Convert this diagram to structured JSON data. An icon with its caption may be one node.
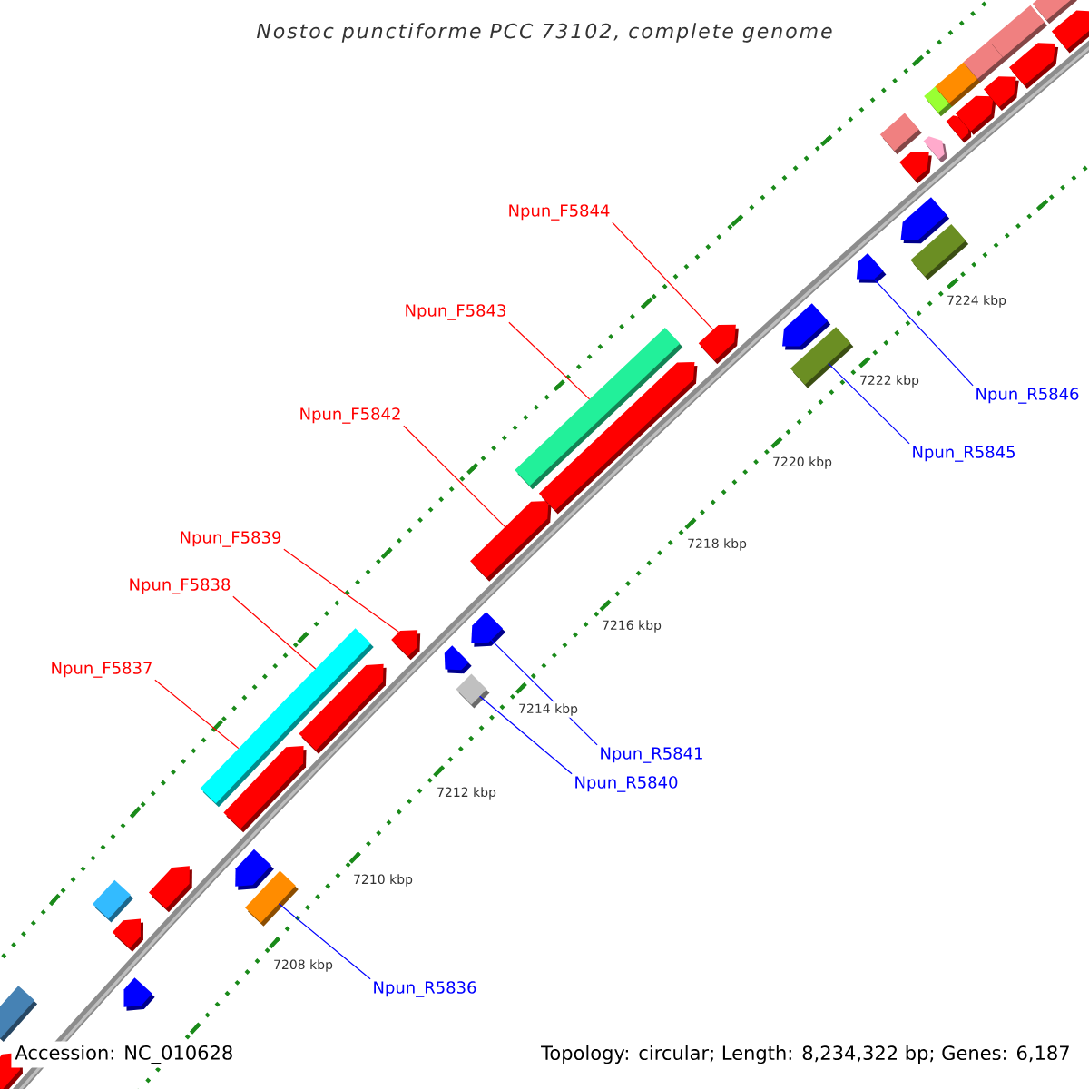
{
  "diagram": {
    "title": "Nostoc punctiforme PCC 73102, complete genome",
    "nodes": [
      {
        "text": [
          "Npun_F5844"
        ]
      },
      {
        "text": [],
        "shape": "arrow"
      },
      {
        "text": [
          "Npun_F5843"
        ]
      },
      {
        "text": [],
        "shape": "bar"
      },
      {
        "text": [
          "Npun_R5846"
        ]
      },
      {
        "text": [],
        "shape": "arrow"
      },
      {
        "text": [
          "Npun_F5842"
        ]
      },
      {
        "text": [],
        "shape": "arrow"
      },
      {
        "text": [
          "Npun_R5845"
        ]
      },
      {
        "text": [],
        "shape": "bar"
      },
      {
        "text": [
          "Npun_F5839"
        ]
      },
      {
        "text": [],
        "shape": "arrow"
      },
      {
        "text": [
          "Npun_F5838"
        ]
      },
      {
        "text": [],
        "shape": "bar"
      },
      {
        "text": [
          "Npun_F5837"
        ]
      },
      {
        "text": [],
        "shape": "bar"
      },
      {
        "text": [
          "Npun_R5841"
        ]
      },
      {
        "text": [],
        "shape": "arrow"
      },
      {
        "text": [
          "Npun_R5840"
        ]
      },
      {
        "text": [],
        "shape": "bar"
      },
      {
        "text": [
          "Npun_R5836"
        ]
      },
      {
        "text": [],
        "shape": "bar"
      },
      {
        "text": [],
        "shape": "bar"
      },
      {
        "text": [],
        "shape": "arrow"
      },
      {
        "text": [],
        "shape": "bar"
      },
      {
        "text": [],
        "shape": "arrow"
      },
      {
        "text": [],
        "shape": "arrow"
      },
      {
        "text": [],
        "shape": "arrow"
      },
      {
        "text": [],
        "shape": "arrow"
      },
      {
        "text": [],
        "shape": "arrow"
      },
      {
        "text": [],
        "shape": "arrow"
      },
      {
        "text": [],
        "shape": "arrow"
      },
      {
        "text": [],
        "shape": "arrow"
      },
      {
        "text": [],
        "shape": "arrow"
      },
      {
        "text": [],
        "shape": "bar"
      },
      {
        "text": [],
        "shape": "arrow"
      },
      {
        "text": [],
        "shape": "arrow"
      },
      {
        "text": [],
        "shape": "arrow"
      },
      {
        "text": [],
        "shape": "bar"
      },
      {
        "text": [],
        "shape": "bar"
      },
      {
        "text": [],
        "shape": "bar"
      },
      {
        "text": [],
        "shape": "arrow"
      },
      {
        "text": [],
        "shape": "arrow"
      },
      {
        "text": [],
        "shape": "bar"
      },
      {
        "text": [],
        "shape": "arrow"
      },
      {
        "text": [],
        "shape": "bar"
      },
      {
        "text": [],
        "shape": "arrow"
      },
      {
        "text": [],
        "shape": "bar"
      },
      {
        "text": [],
        "shape": "arrow"
      }
    ],
    "edges": [
      {
        "from": 0,
        "to": 1,
        "arrow": "none"
      },
      {
        "from": 2,
        "to": 3,
        "arrow": "none"
      },
      {
        "from": 4,
        "to": 5,
        "arrow": "none",
        "color": "#0000ff"
      },
      {
        "from": 6,
        "to": 7,
        "arrow": "none"
      },
      {
        "from": 8,
        "to": 9,
        "arrow": "none",
        "color": "#0000ff"
      },
      {
        "from": 10,
        "to": 11,
        "arrow": "none"
      },
      {
        "from": 12,
        "to": 13,
        "arrow": "none"
      },
      {
        "from": 14,
        "to": 15,
        "arrow": "none"
      },
      {
        "from": 16,
        "to": 17,
        "arrow": "none",
        "color": "#0000ff"
      },
      {
        "from": 18,
        "to": 19,
        "arrow": "none",
        "color": "#0000ff"
      },
      {
        "from": 20,
        "to": 21,
        "arrow": "none",
        "color": "#0000ff"
      }
    ],
    "labels": [
      "7224 kbp",
      "7222 kbp",
      "7220 kbp",
      "7218 kbp",
      "7216 kbp",
      "7214 kbp",
      "7212 kbp",
      "7210 kbp",
      "7208 kbp",
      "Accession: NC_010628",
      "Topology: circular; Length: 8,234,322 bp; Genes: 6,187"
    ]
  }
}
